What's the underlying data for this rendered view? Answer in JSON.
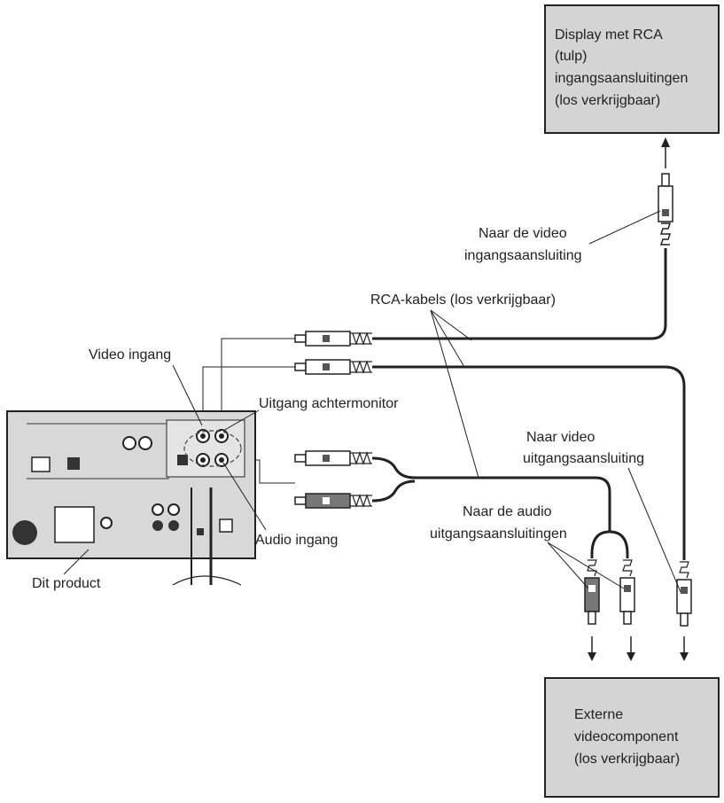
{
  "display_box": {
    "lines": [
      "Display met RCA",
      "(tulp)",
      "ingangsaansluitingen",
      "(los verkrijgbaar)"
    ]
  },
  "external_box": {
    "lines": [
      "Externe",
      "videocomponent",
      "(los verkrijgbaar)"
    ]
  },
  "labels": {
    "naar_video_in": [
      "Naar de video",
      "ingangsaansluiting"
    ],
    "rca_cables": "RCA-kabels (los verkrijgbaar)",
    "video_ingang": "Video ingang",
    "uitgang_achtermonitor": "Uitgang achtermonitor",
    "naar_video_uit": [
      "Naar video",
      "uitgangsaansluiting"
    ],
    "naar_audio_uit": [
      "Naar de audio",
      "uitgangsaansluitingen"
    ],
    "audio_ingang": "Audio ingang",
    "dit_product": "Dit product"
  },
  "colors": {
    "box_fill": "#d4d4d4",
    "line": "#222222",
    "plug_dark": "#777777",
    "plug_light": "#ffffff"
  }
}
